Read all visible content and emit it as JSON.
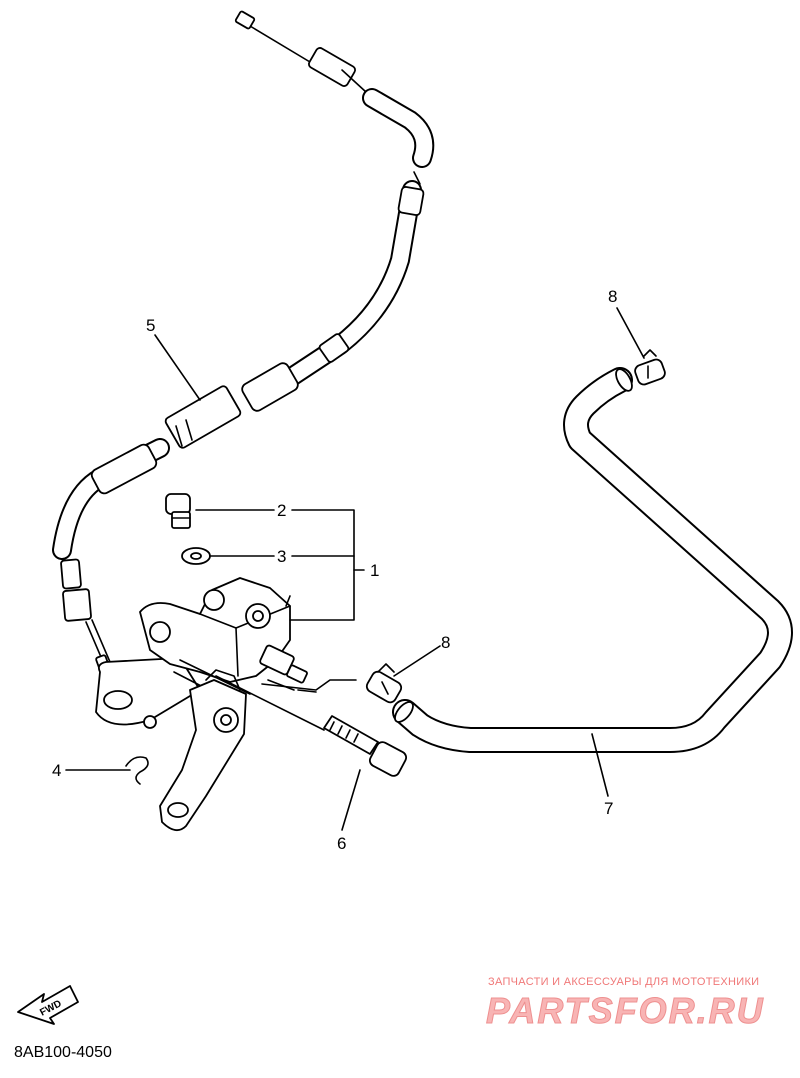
{
  "callouts": {
    "c1": "1",
    "c2": "2",
    "c3": "3",
    "c4": "4",
    "c5": "5",
    "c6": "6",
    "c7": "7",
    "c8a": "8",
    "c8b": "8"
  },
  "fwd_label": "FWD",
  "watermark": {
    "tagline": "ЗАПЧАСТИ И АКСЕССУАРЫ ДЛЯ МОТОТЕХНИКИ",
    "logo": "PARTSFOR.RU"
  },
  "diagram_code": "8AB100-4050"
}
